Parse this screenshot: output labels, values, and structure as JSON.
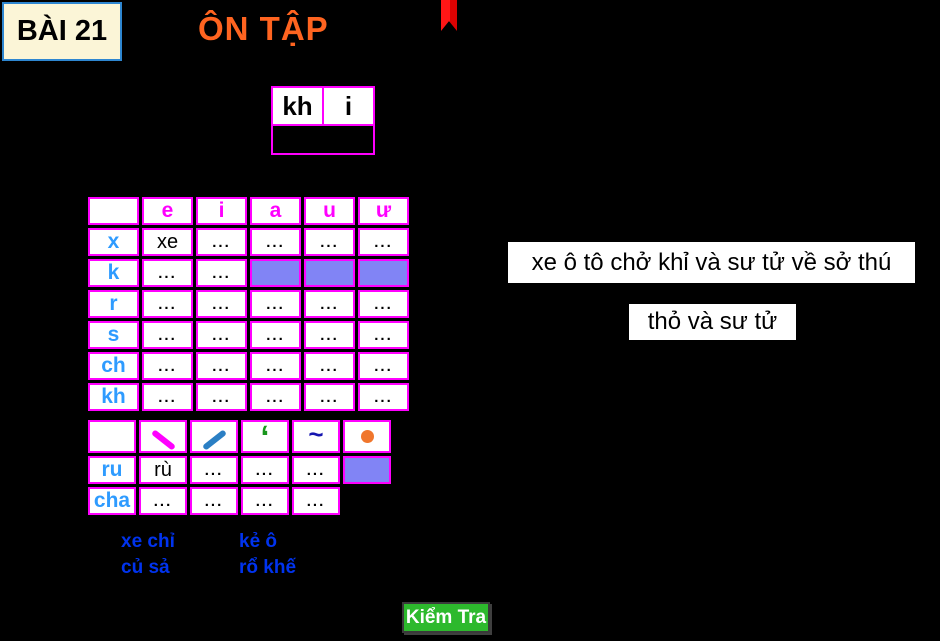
{
  "colors": {
    "background": "#000000",
    "border_magenta": "#ff00ff",
    "filled_cell_violet": "#8184f5",
    "row_label_blue": "#2e9bff",
    "title_orange": "#ff6420",
    "word_list_blue": "#0033ee",
    "button_green": "#2db92d",
    "bookmark_red": "#ee1111",
    "lesson_box_cream": "#fbf5d7",
    "lesson_box_border_blue": "#2e86d0"
  },
  "header": {
    "lesson_label": "BÀI 21",
    "title": "ÔN TẬP",
    "bookmark_icon": "bookmark-ribbon-icon"
  },
  "word_builder": {
    "initial": "kh",
    "vowel": "i",
    "result": ""
  },
  "main_table": {
    "col_headers": [
      "e",
      "i",
      "a",
      "u",
      "ư"
    ],
    "rows": [
      {
        "label": "x",
        "cells": [
          "xe",
          "...",
          "...",
          "...",
          "..."
        ]
      },
      {
        "label": "k",
        "cells": [
          "...",
          "...",
          "#FILL",
          "#FILL",
          "#FILL"
        ]
      },
      {
        "label": "r",
        "cells": [
          "...",
          "...",
          "...",
          "...",
          "..."
        ]
      },
      {
        "label": "s",
        "cells": [
          "...",
          "...",
          "...",
          "...",
          "..."
        ]
      },
      {
        "label": "ch",
        "cells": [
          "...",
          "...",
          "...",
          "...",
          "..."
        ]
      },
      {
        "label": "kh",
        "cells": [
          "...",
          "...",
          "...",
          "...",
          "..."
        ]
      }
    ]
  },
  "tone_table": {
    "col_headers": [
      {
        "icon": "tone-huyen-icon"
      },
      {
        "icon": "tone-sac-icon"
      },
      {
        "icon": "tone-hoi-icon"
      },
      {
        "icon": "tone-nga-icon"
      },
      {
        "icon": "tone-nang-icon"
      }
    ],
    "rows": [
      {
        "label": "ru",
        "cells": [
          "rù",
          "...",
          "...",
          "...",
          "#FILL"
        ]
      },
      {
        "label": "cha",
        "cells": [
          "...",
          "...",
          "...",
          "...",
          "#NONE"
        ]
      }
    ]
  },
  "sentences": [
    "xe ô tô chở khỉ và sư tử về sở thú",
    "thỏ và sư tử"
  ],
  "word_list": {
    "left": [
      "xe chỉ",
      "củ sả"
    ],
    "right": [
      "kẻ ô",
      "rổ khế"
    ]
  },
  "check_button_label": "Kiểm Tra"
}
